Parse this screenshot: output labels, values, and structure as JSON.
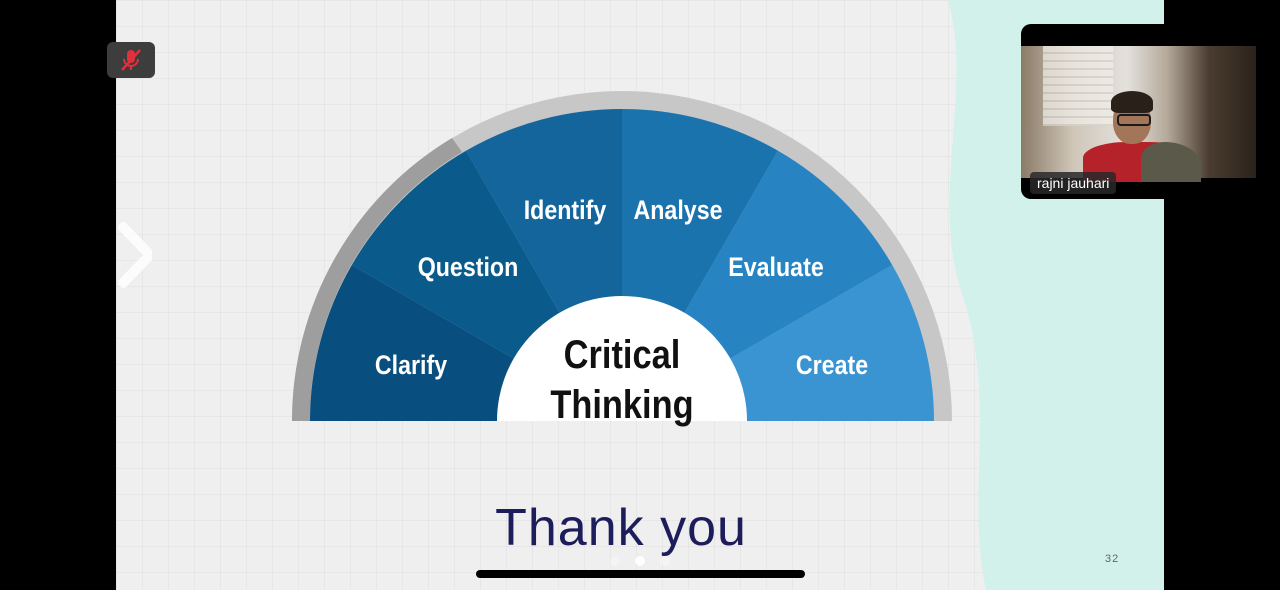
{
  "slide": {
    "center_line1": "Critical",
    "center_line2": "Thinking",
    "segments": [
      {
        "label": "Clarify",
        "color": "#084f80"
      },
      {
        "label": "Question",
        "color": "#0a5a8c"
      },
      {
        "label": "Identify",
        "color": "#13659c"
      },
      {
        "label": "Analyse",
        "color": "#1b73ae"
      },
      {
        "label": "Evaluate",
        "color": "#2783c2"
      },
      {
        "label": "Create",
        "color": "#3a94d2"
      }
    ],
    "footer_text": "Thank you",
    "slide_number": "32",
    "accent_mint": "#d2f1ea"
  },
  "meeting": {
    "participant_name": "rajni jauhari",
    "mic_state_icon": "mic-off-icon"
  }
}
